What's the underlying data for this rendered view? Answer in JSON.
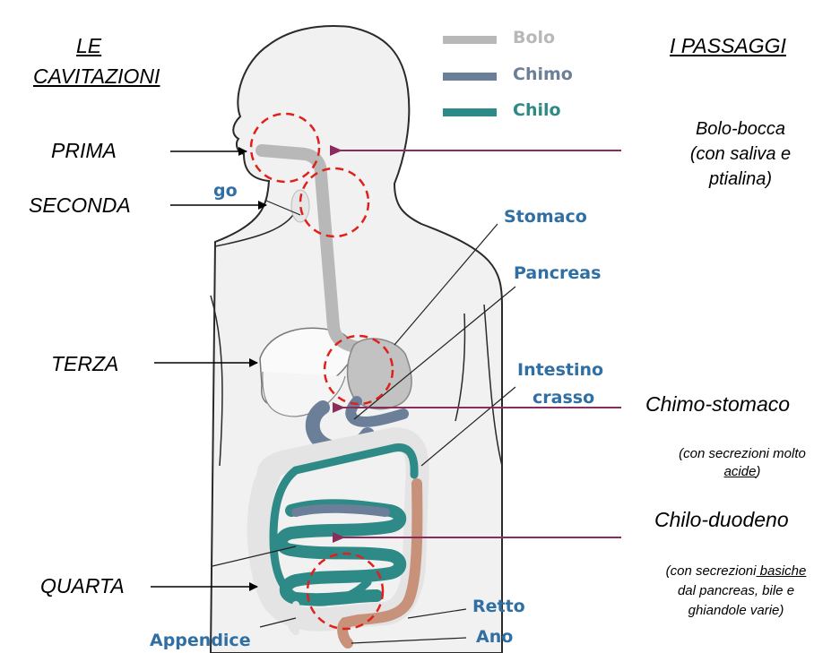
{
  "titles": {
    "left_line1": "LE",
    "left_line2": "CAVITAZIONI",
    "right": "I PASSAGGI"
  },
  "cavitazioni": {
    "prima": "PRIMA",
    "seconda": "SECONDA",
    "terza": "TERZA",
    "quarta": "QUARTA"
  },
  "passaggi": {
    "bolo_line1": "Bolo-bocca",
    "bolo_line2": "(con saliva e",
    "bolo_line3": "ptialina)",
    "chimo_title": "Chimo-stomaco",
    "chimo_line1": "(con secrezioni molto",
    "chimo_line2": "acide",
    "chimo_line2_suffix": ")",
    "chilo_title": "Chilo-duodeno",
    "chilo_line1_prefix": "(con secrezioni",
    "chilo_line1_underlined": " basiche",
    "chilo_line2": "dal pancreas, bile e",
    "chilo_line3": "ghiandole varie)"
  },
  "legend": {
    "bolo": "Bolo",
    "chimo": "Chimo",
    "chilo": "Chilo",
    "colors": {
      "bolo": "#b8b8b8",
      "chimo": "#6b7f99",
      "chilo": "#2e8a86"
    }
  },
  "organs": {
    "go": "go",
    "stomaco": "Stomaco",
    "pancreas": "Pancreas",
    "intestino": "Intestino",
    "crasso": "crasso",
    "retto": "Retto",
    "ano": "Ano",
    "appendice": "Appendice"
  },
  "colors": {
    "organ_label": "#2f6fa3",
    "arrow_right": "#8b2d5c",
    "circle": "#e0201c"
  }
}
